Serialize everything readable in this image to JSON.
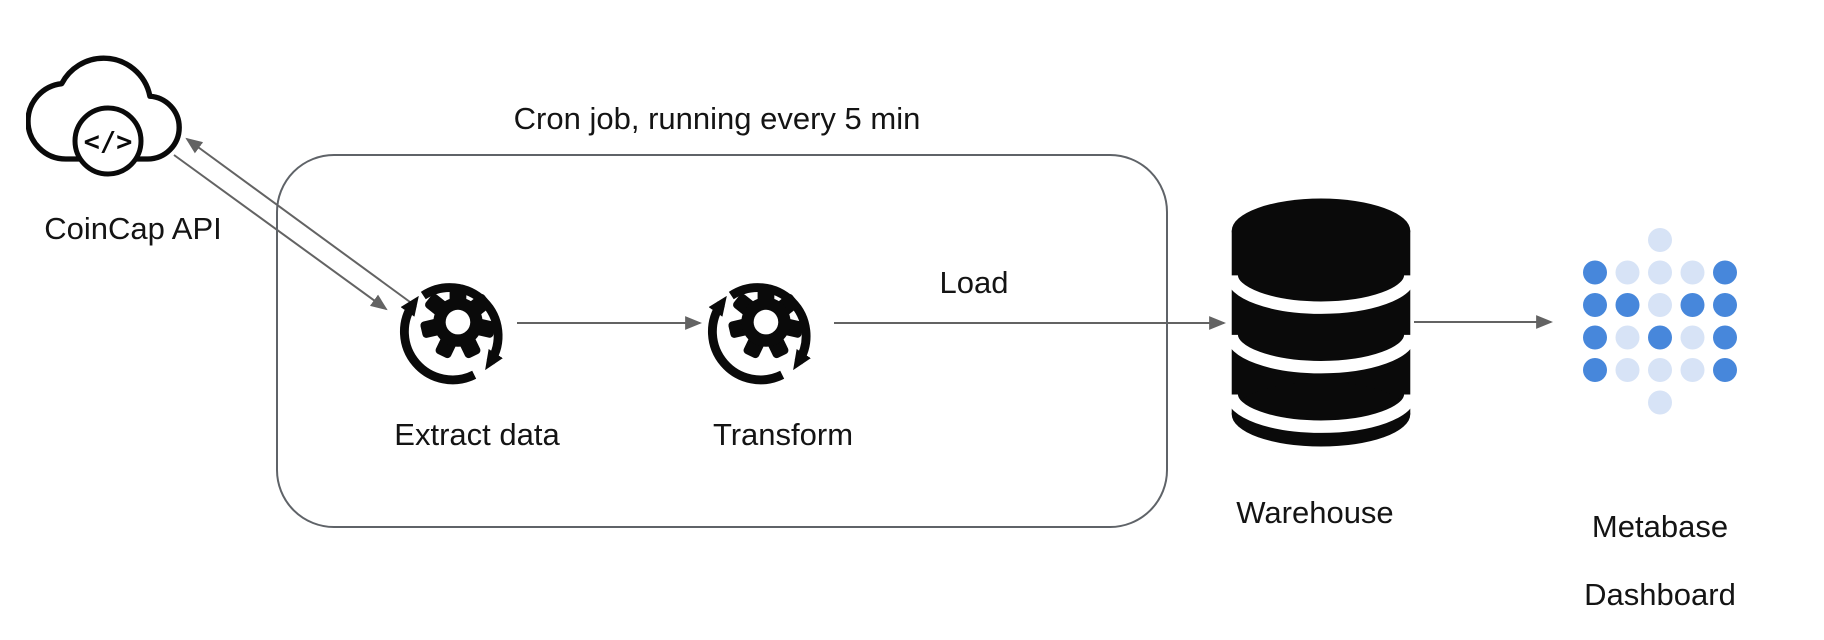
{
  "diagram": {
    "type": "etl-pipeline-flowchart",
    "box_label": "Cron job, running every 5 min",
    "nodes": {
      "coincap": {
        "label": "CoinCap API",
        "icon": "cloud-code-icon",
        "code_glyph": "</>"
      },
      "extract": {
        "label": "Extract data",
        "icon": "gear-sync-icon"
      },
      "transform": {
        "label": "Transform",
        "icon": "gear-sync-icon"
      },
      "warehouse": {
        "label": "Warehouse",
        "icon": "database-icon"
      },
      "metabase": {
        "label_line1": "Metabase",
        "label_line2": "Dashboard",
        "icon": "metabase-dots-icon"
      }
    },
    "edges": [
      {
        "from": "extract",
        "to": "coincap",
        "label": ""
      },
      {
        "from": "coincap",
        "to": "extract",
        "label": ""
      },
      {
        "from": "extract",
        "to": "transform",
        "label": ""
      },
      {
        "from": "transform",
        "to": "warehouse",
        "label": "Load"
      },
      {
        "from": "warehouse",
        "to": "metabase",
        "label": ""
      }
    ],
    "load_label": "Load",
    "colors": {
      "arrow": "#636363",
      "box_border": "#5f6368",
      "ink": "#0a0a0a",
      "text": "#141414",
      "metabase_dark": "#4787db",
      "metabase_light": "#d7e3f6"
    },
    "metabase_pattern": [
      "..L..",
      "DLLLD",
      "DDLDD",
      "DLDLD",
      "DLLLD",
      "..L.."
    ]
  }
}
